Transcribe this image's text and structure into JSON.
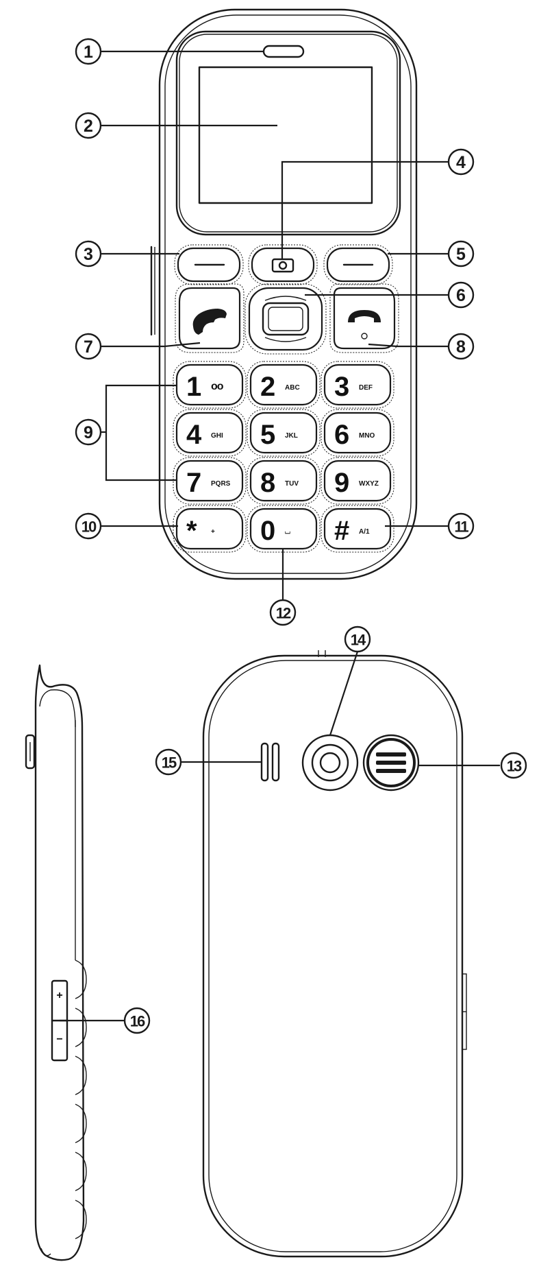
{
  "callouts": [
    {
      "id": "1",
      "label": "1"
    },
    {
      "id": "2",
      "label": "2"
    },
    {
      "id": "3",
      "label": "3"
    },
    {
      "id": "4",
      "label": "4"
    },
    {
      "id": "5",
      "label": "5"
    },
    {
      "id": "6",
      "label": "6"
    },
    {
      "id": "7",
      "label": "7"
    },
    {
      "id": "8",
      "label": "8"
    },
    {
      "id": "9",
      "label": "9"
    },
    {
      "id": "10",
      "label": "10"
    },
    {
      "id": "11",
      "label": "11"
    },
    {
      "id": "12",
      "label": "12"
    },
    {
      "id": "13",
      "label": "13"
    },
    {
      "id": "14",
      "label": "14"
    },
    {
      "id": "15",
      "label": "15"
    },
    {
      "id": "16",
      "label": "16"
    }
  ],
  "keypad": {
    "keys": [
      {
        "digit": "1",
        "letters": "oo"
      },
      {
        "digit": "2",
        "letters": "ABC"
      },
      {
        "digit": "3",
        "letters": "DEF"
      },
      {
        "digit": "4",
        "letters": "GHI"
      },
      {
        "digit": "5",
        "letters": "JKL"
      },
      {
        "digit": "6",
        "letters": "MNO"
      },
      {
        "digit": "7",
        "letters": "PQRS"
      },
      {
        "digit": "8",
        "letters": "TUV"
      },
      {
        "digit": "9",
        "letters": "WXYZ"
      },
      {
        "digit": "*",
        "letters": "+"
      },
      {
        "digit": "0",
        "letters": "⌴"
      },
      {
        "digit": "#",
        "letters": "A/1"
      }
    ]
  },
  "volume": {
    "plus": "+",
    "minus": "−"
  },
  "icons": {
    "earpiece": "earpiece-slot-icon",
    "camera_key": "camera-icon",
    "call": "handset-call-icon",
    "end_call": "handset-end-icon",
    "camera_lens": "camera-lens-icon",
    "speaker": "speaker-grille-icon",
    "sos": "menu-lines-icon"
  }
}
